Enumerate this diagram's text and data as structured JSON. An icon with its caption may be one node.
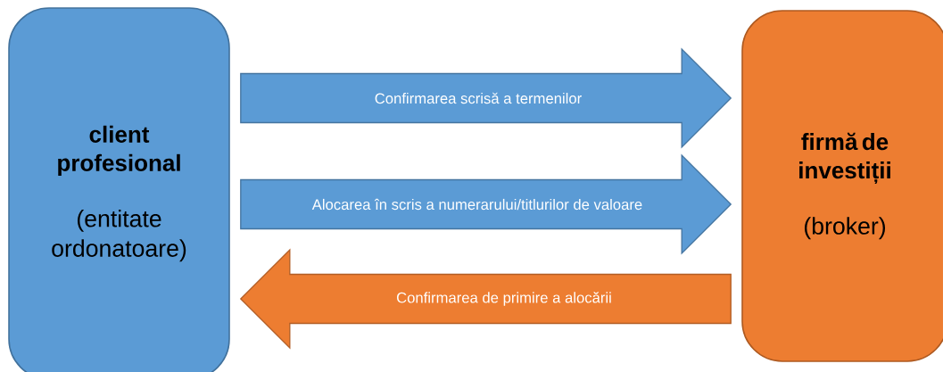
{
  "diagram": {
    "nodes": [
      {
        "text": [
          "client profesional",
          "(entitate ordonatoare)"
        ]
      },
      {
        "text": [
          "firmă de investiții",
          "(broker)"
        ]
      }
    ],
    "edges": [
      {
        "from": 0,
        "to": 1,
        "arrow": "to",
        "label": "Confirmarea scrisă a termenilor"
      },
      {
        "from": 0,
        "to": 1,
        "arrow": "to",
        "label": "Alocarea în scris a numerarului/titlurilor de valoare"
      },
      {
        "from": 1,
        "to": 0,
        "arrow": "to",
        "label": "Confirmarea de primire a alocării",
        "color": "#ed7d31"
      }
    ]
  }
}
